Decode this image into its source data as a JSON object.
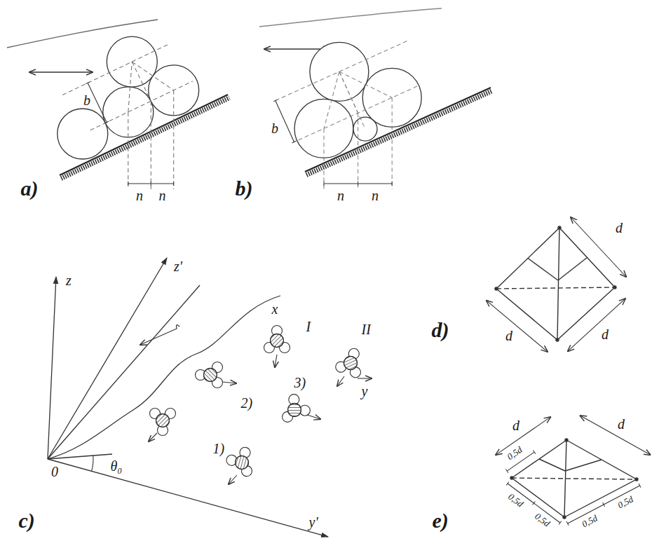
{
  "diagram": {
    "labels": [
      "a)",
      "b",
      "n",
      "n",
      "b)",
      "b",
      "n",
      "n",
      "z",
      "z'",
      "x",
      "0",
      "θ₀",
      "I",
      "II",
      "1)",
      "2)",
      "3)",
      "y",
      "y'",
      "c)",
      "d",
      "d",
      "d",
      "d)",
      "d",
      "d",
      "0,5d",
      "0,5d",
      "0,5d",
      "0,5d",
      "0,5d",
      "e)"
    ]
  }
}
